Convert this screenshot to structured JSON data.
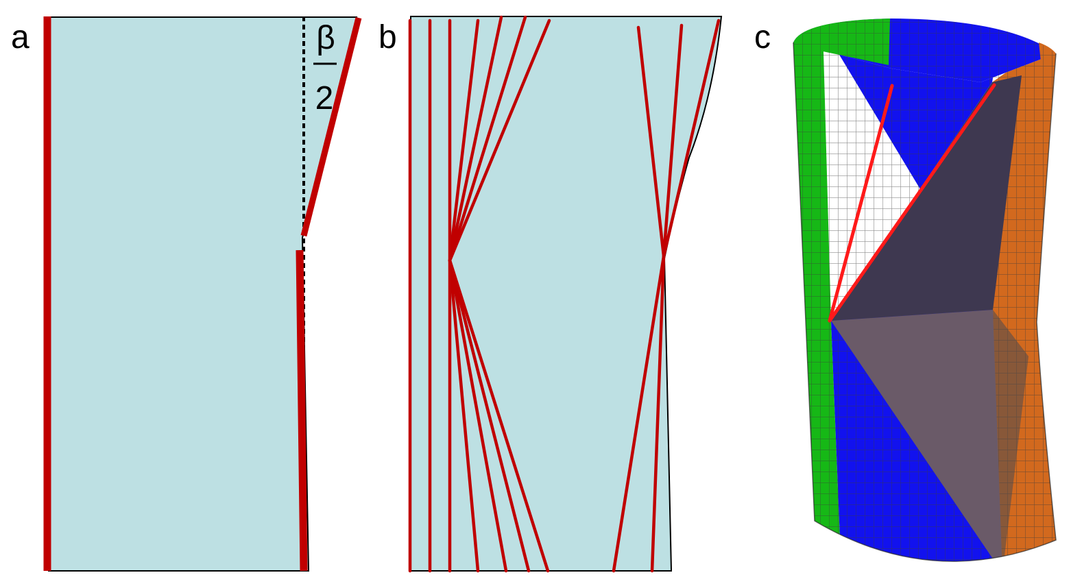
{
  "figure": {
    "panels": [
      {
        "id": "a",
        "label": "a"
      },
      {
        "id": "b",
        "label": "b"
      },
      {
        "id": "c",
        "label": "c"
      }
    ],
    "annotation": {
      "numerator": "β",
      "denominator": "2"
    }
  },
  "colors": {
    "sheet": "#bde0e3",
    "crease": "#c00000",
    "bright_crease": "#ff1a1a",
    "outline": "#000000",
    "surface_green": "#16b816",
    "surface_blue": "#1212ee",
    "surface_orange": "#d2691e",
    "facet_dark": "#3e3850",
    "facet_light": "#6a5a68",
    "mesh": "#3c3c3c"
  }
}
